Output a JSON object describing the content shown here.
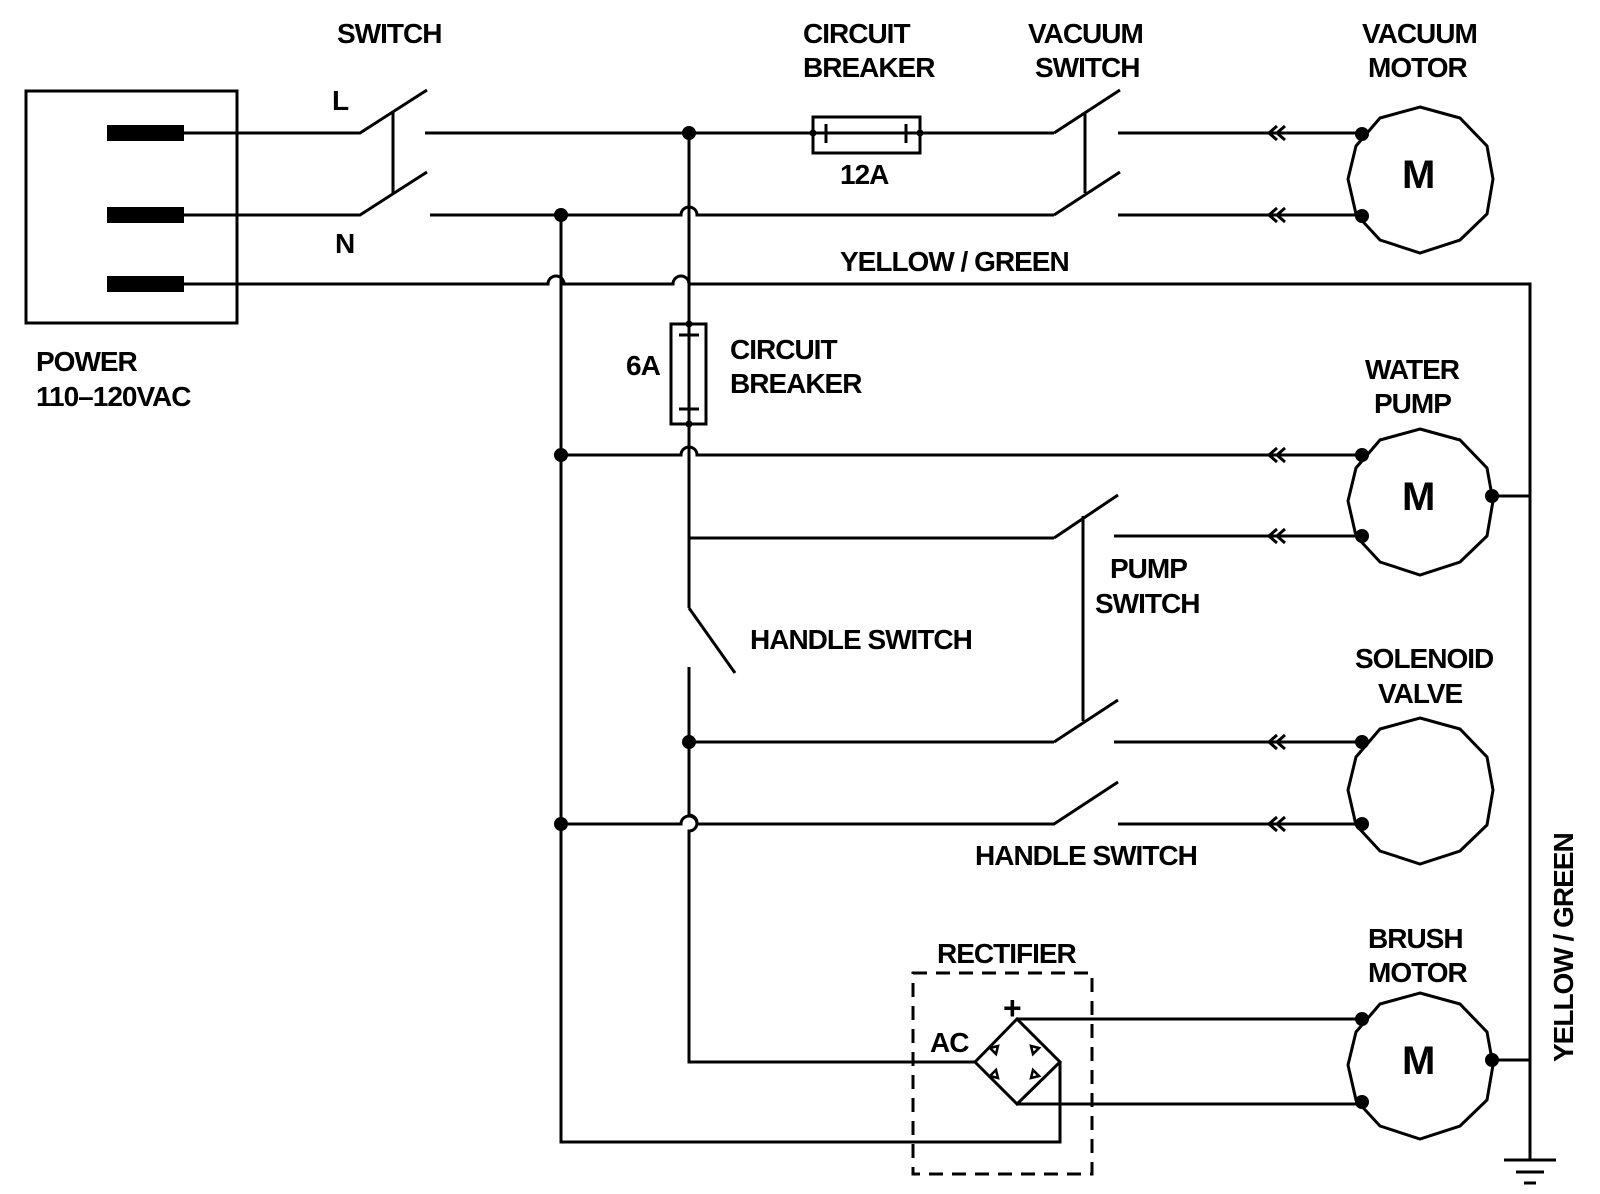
{
  "title": "Wiring Diagram",
  "power": {
    "label_line1": "POWER",
    "label_line2": "110–120VAC"
  },
  "main_switch": {
    "label": "SWITCH",
    "line_label": "L",
    "neutral_label": "N"
  },
  "breaker_main": {
    "label_line1": "CIRCUIT",
    "label_line2": "BREAKER",
    "rating": "12A"
  },
  "vacuum_switch": {
    "label_line1": "VACUUM",
    "label_line2": "SWITCH"
  },
  "vacuum_motor": {
    "label_line1": "VACUUM",
    "label_line2": "MOTOR",
    "symbol": "M"
  },
  "ground_wire": {
    "label_horizontal": "YELLOW / GREEN",
    "label_vertical": "YELLOW / GREEN"
  },
  "breaker_aux": {
    "label_line1": "CIRCUIT",
    "label_line2": "BREAKER",
    "rating": "6A"
  },
  "water_pump": {
    "label_line1": "WATER",
    "label_line2": "PUMP",
    "symbol": "M"
  },
  "pump_switch": {
    "label_line1": "PUMP",
    "label_line2": "SWITCH"
  },
  "handle_switch_upper": {
    "label": "HANDLE SWITCH"
  },
  "handle_switch_lower": {
    "label": "HANDLE SWITCH"
  },
  "solenoid_valve": {
    "label_line1": "SOLENOID",
    "label_line2": "VALVE"
  },
  "rectifier": {
    "label": "RECTIFIER",
    "ac_label": "AC",
    "plus_label": "+"
  },
  "brush_motor": {
    "label_line1": "BRUSH",
    "label_line2": "MOTOR",
    "symbol": "M"
  },
  "icons": {
    "connector": "double-chevron-left",
    "ground": "ground-symbol",
    "motor": "decagon-motor"
  }
}
